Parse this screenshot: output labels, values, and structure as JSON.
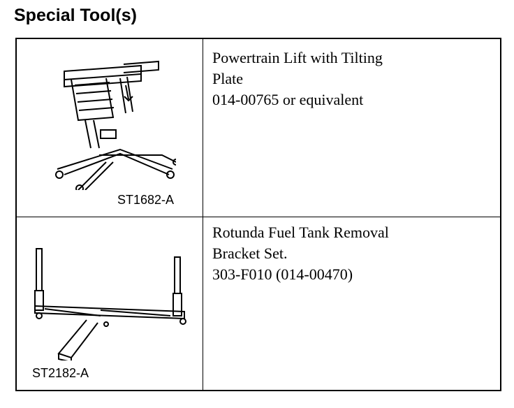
{
  "title": "Special Tool(s)",
  "rows": [
    {
      "code": "ST1682-A",
      "lines": [
        "Powertrain Lift with Tilting",
        "Plate",
        "014-00765 or equivalent"
      ],
      "icon": "powertrain-lift-illustration"
    },
    {
      "code": "ST2182-A",
      "lines": [
        "Rotunda Fuel Tank Removal",
        "Bracket Set.",
        "303-F010 (014-00470)"
      ],
      "icon": "fuel-tank-bracket-illustration"
    }
  ]
}
